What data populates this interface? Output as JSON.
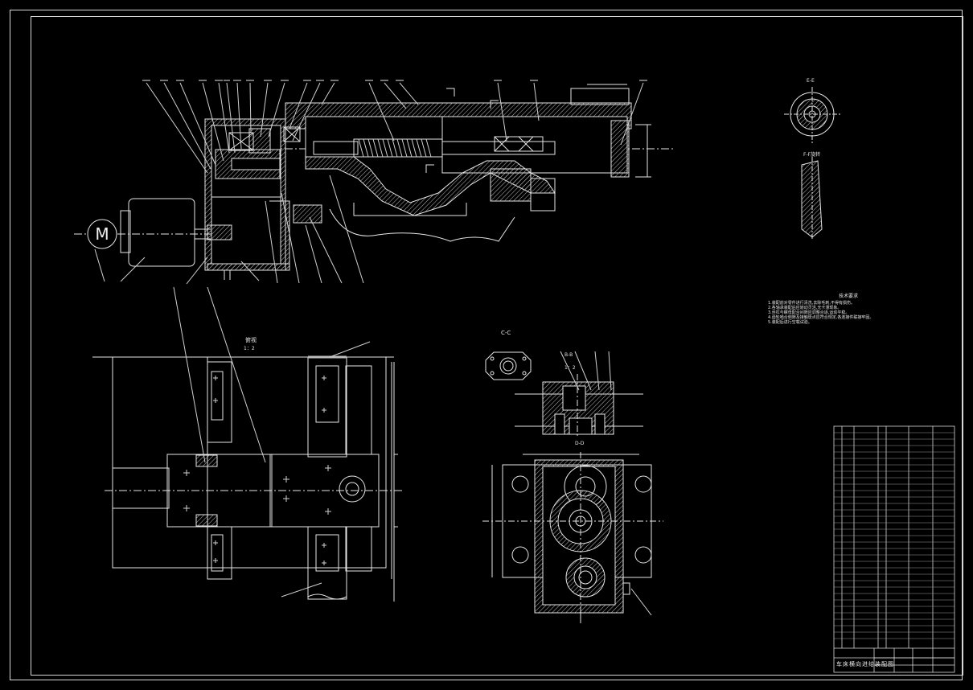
{
  "drawing": {
    "title": "车床横向进给装配图",
    "colors": {
      "background": "#000000",
      "line": "#e6e6e6",
      "hatch": "#cfcfcf",
      "note": "#f2f2f2"
    }
  },
  "motor": {
    "symbol": "M"
  },
  "views": {
    "top_view": {
      "label": "俯视",
      "scale": "1：2"
    },
    "section_bb": {
      "label": "B-B",
      "scale": "1：2"
    },
    "section_cc": {
      "label": "C-C"
    },
    "section_dd": {
      "label": "D-D"
    },
    "section_ee": {
      "label": "E-E"
    },
    "section_ff": {
      "label": "F-F旋转"
    }
  },
  "notes": {
    "title": "技术要求",
    "items": [
      "1.装配前对零件进行清洗,去除毛刺,不得有损伤。",
      "2.各轴承装配后应转动灵活,无卡滞现象。",
      "3.丝杠与螺母配合间隙应调整合适,运动平稳。",
      "4.齿轮啮合侧隙及接触斑点应符合规定,各连接件联接牢固。",
      "5.装配后进行空载试验。"
    ]
  }
}
